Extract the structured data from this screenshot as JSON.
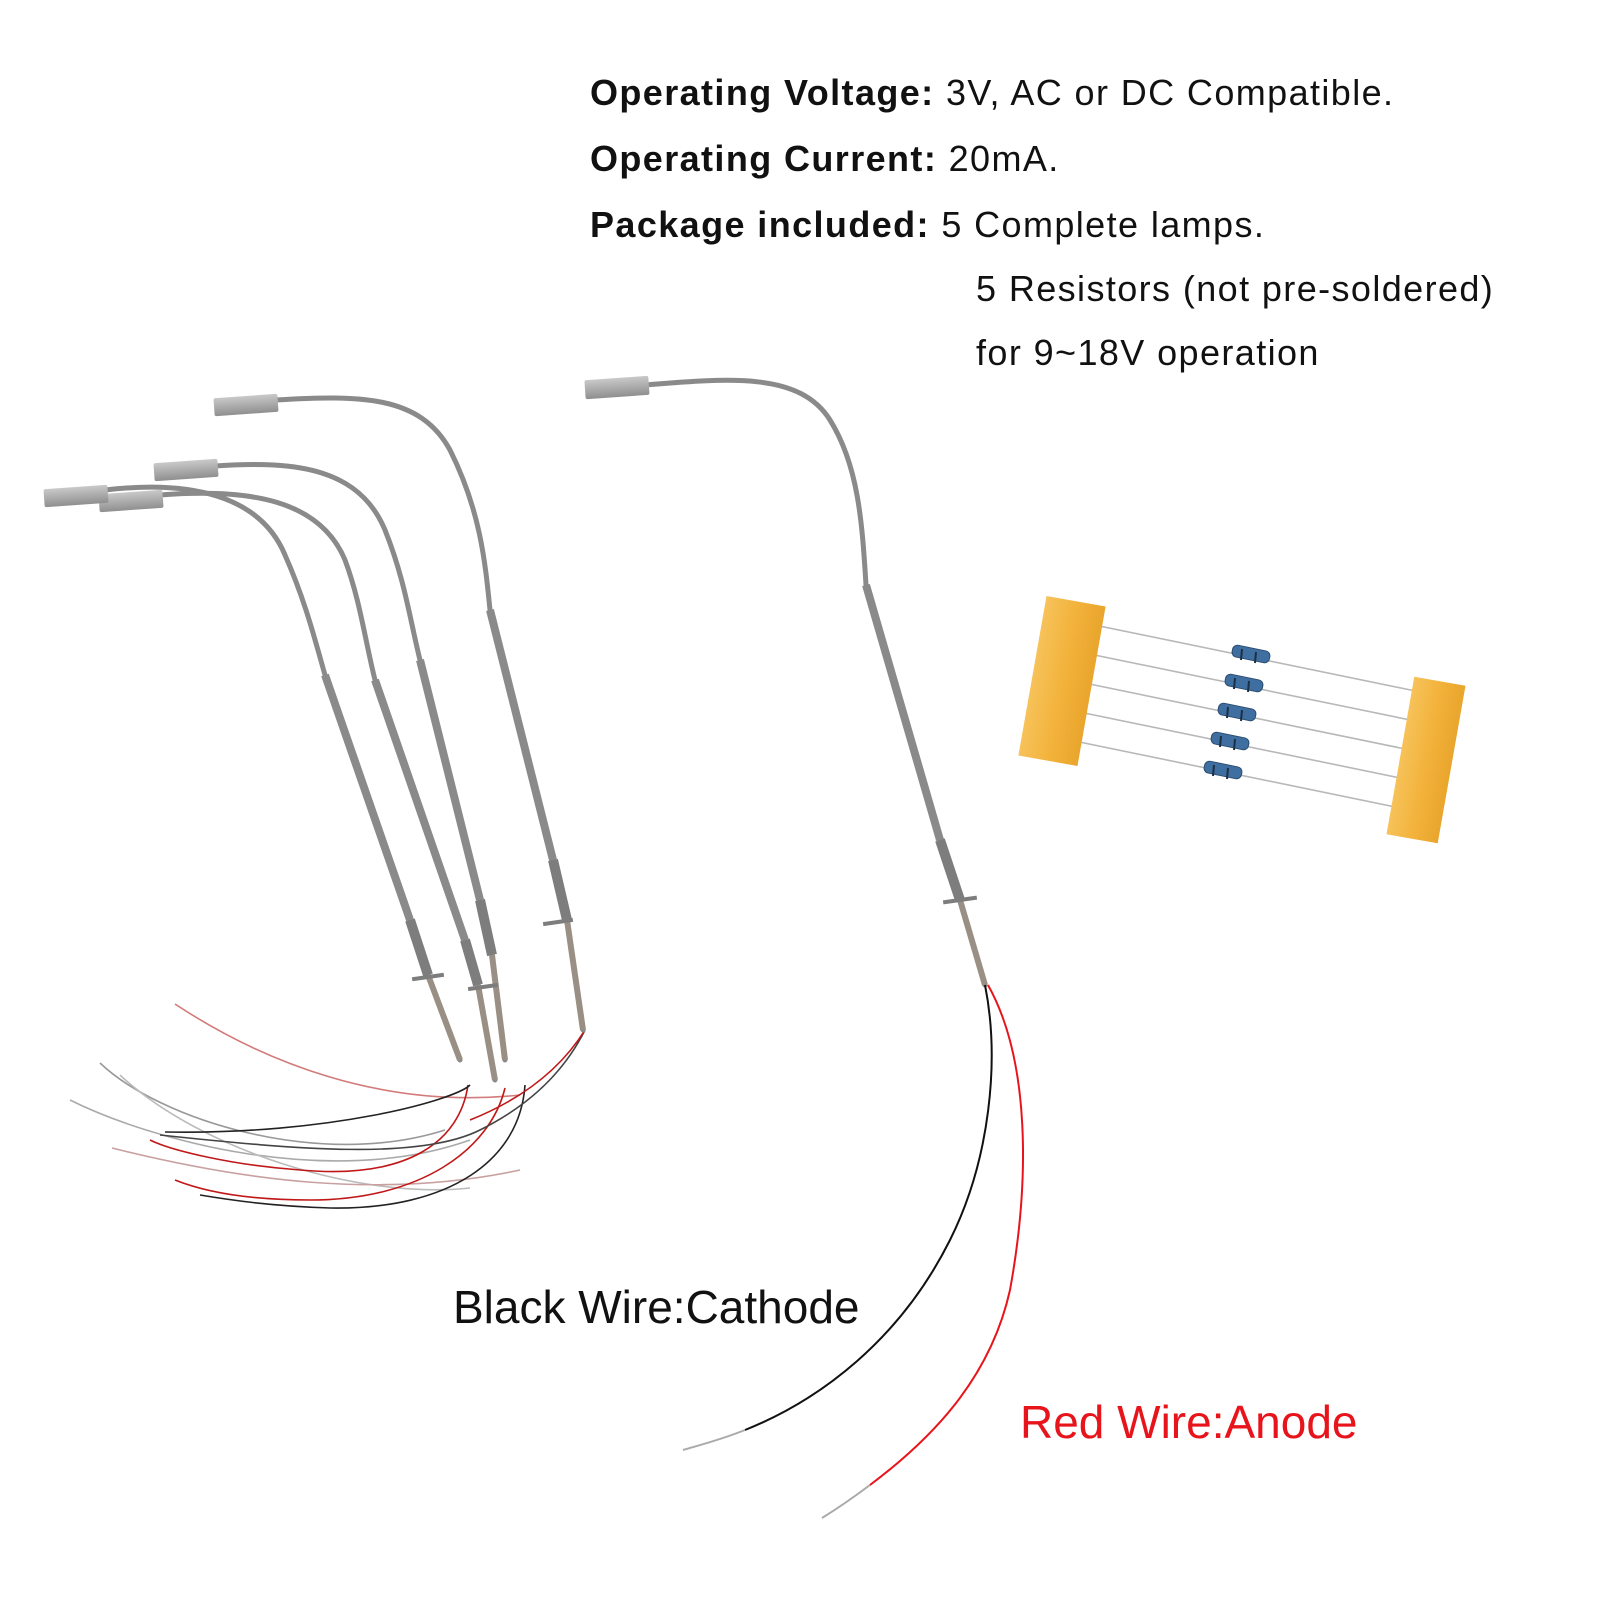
{
  "specs": {
    "voltage": {
      "label": "Operating Voltage:",
      "value": "3V, AC or DC Compatible."
    },
    "current": {
      "label": "Operating Current:",
      "value": "20mA."
    },
    "package": {
      "label": "Package included:",
      "lines": [
        "5 Complete lamps.",
        "5 Resistors (not pre-soldered)",
        "for 9~18V operation"
      ]
    }
  },
  "wires": {
    "black": {
      "label": "Black Wire:Cathode",
      "color": "#111111"
    },
    "red": {
      "label": "Red Wire:Anode",
      "color": "#e8141b"
    }
  },
  "colors": {
    "lamp_gray": "#8f8f8f",
    "lamp_head": "#b5b5b5",
    "tape": "#f3b33c",
    "resistor_body": "#3f6fa0"
  }
}
